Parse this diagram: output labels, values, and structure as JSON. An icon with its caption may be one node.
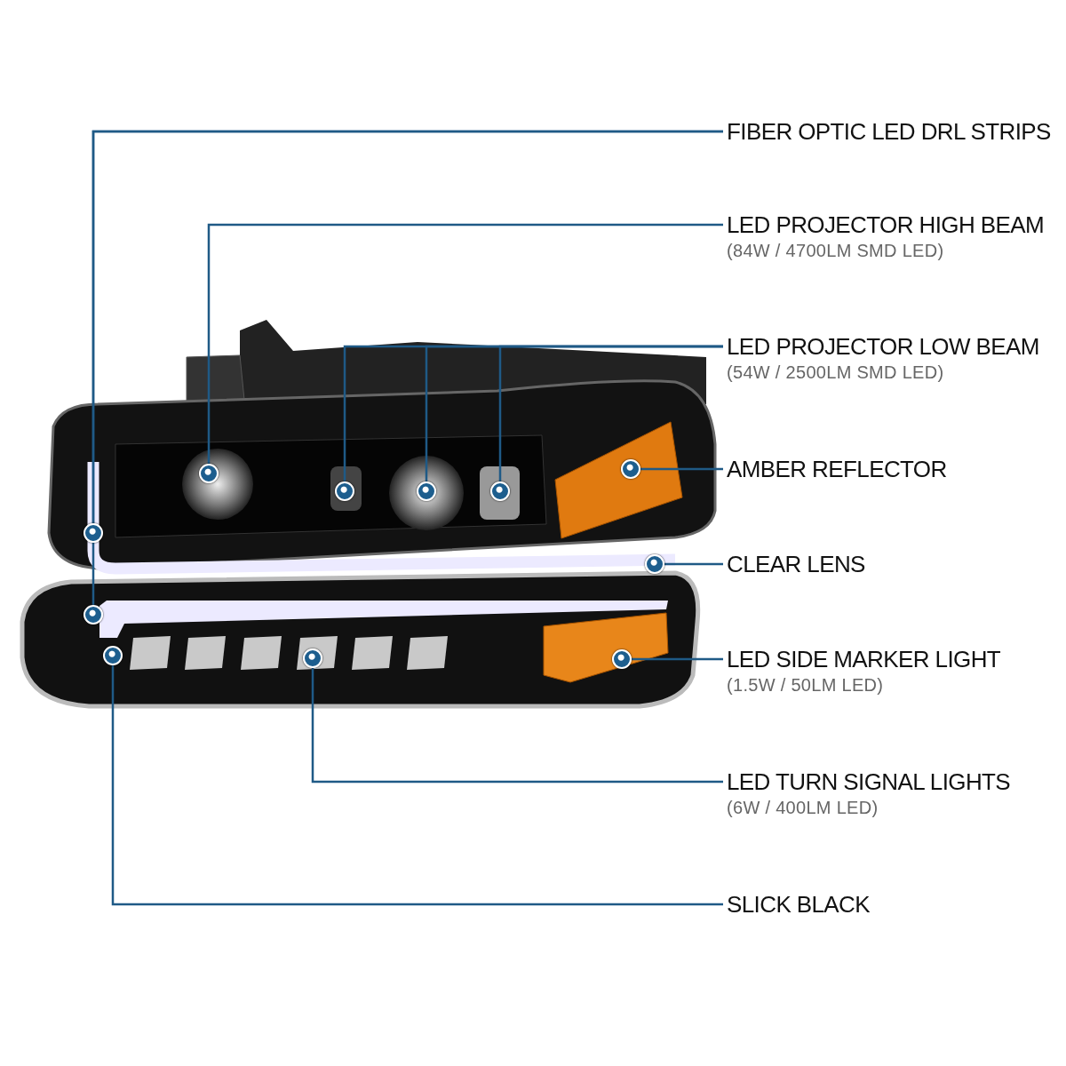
{
  "diagram": {
    "nodes": [
      {
        "text": [
          "FIBER OPTIC LED DRL STRIPS"
        ]
      },
      {
        "text": [
          "LED PROJECTOR HIGH BEAM",
          "(84W / 4700LM SMD LED)"
        ]
      },
      {
        "text": [
          "LED PROJECTOR LOW BEAM",
          "(54W / 2500LM SMD LED)"
        ]
      },
      {
        "text": [
          "AMBER REFLECTOR"
        ]
      },
      {
        "text": [
          "CLEAR LENS"
        ]
      },
      {
        "text": [
          "LED SIDE MARKER LIGHT",
          "(1.5W / 50LM LED)"
        ]
      },
      {
        "text": [
          "LED TURN SIGNAL LIGHTS",
          "(6W / 400LM LED)"
        ]
      },
      {
        "text": [
          "SLICK BLACK"
        ]
      },
      {
        "text": [],
        "shape": "circle"
      },
      {
        "text": [],
        "shape": "circle"
      },
      {
        "text": [],
        "shape": "circle"
      },
      {
        "text": [],
        "shape": "circle"
      },
      {
        "text": [],
        "shape": "circle"
      },
      {
        "text": [],
        "shape": "circle"
      },
      {
        "text": [],
        "shape": "circle"
      },
      {
        "text": [],
        "shape": "circle"
      },
      {
        "text": [],
        "shape": "circle"
      },
      {
        "text": [],
        "shape": "circle"
      },
      {
        "text": [],
        "shape": "circle"
      }
    ],
    "edges": [
      {
        "from": 0,
        "to": 8,
        "arrow": "none"
      },
      {
        "from": 0,
        "to": 9,
        "arrow": "none"
      },
      {
        "from": 1,
        "to": 11,
        "arrow": "none"
      },
      {
        "from": 2,
        "to": 13,
        "arrow": "none"
      },
      {
        "from": 2,
        "to": 14,
        "arrow": "none"
      },
      {
        "from": 2,
        "to": 15,
        "arrow": "none"
      },
      {
        "from": 3,
        "to": 17,
        "arrow": "none"
      },
      {
        "from": 4,
        "to": 18,
        "arrow": "none"
      },
      {
        "from": 5,
        "to": 16,
        "arrow": "none"
      },
      {
        "from": 6,
        "to": 12,
        "arrow": "none"
      },
      {
        "from": 7,
        "to": 10,
        "arrow": "none"
      }
    ]
  }
}
